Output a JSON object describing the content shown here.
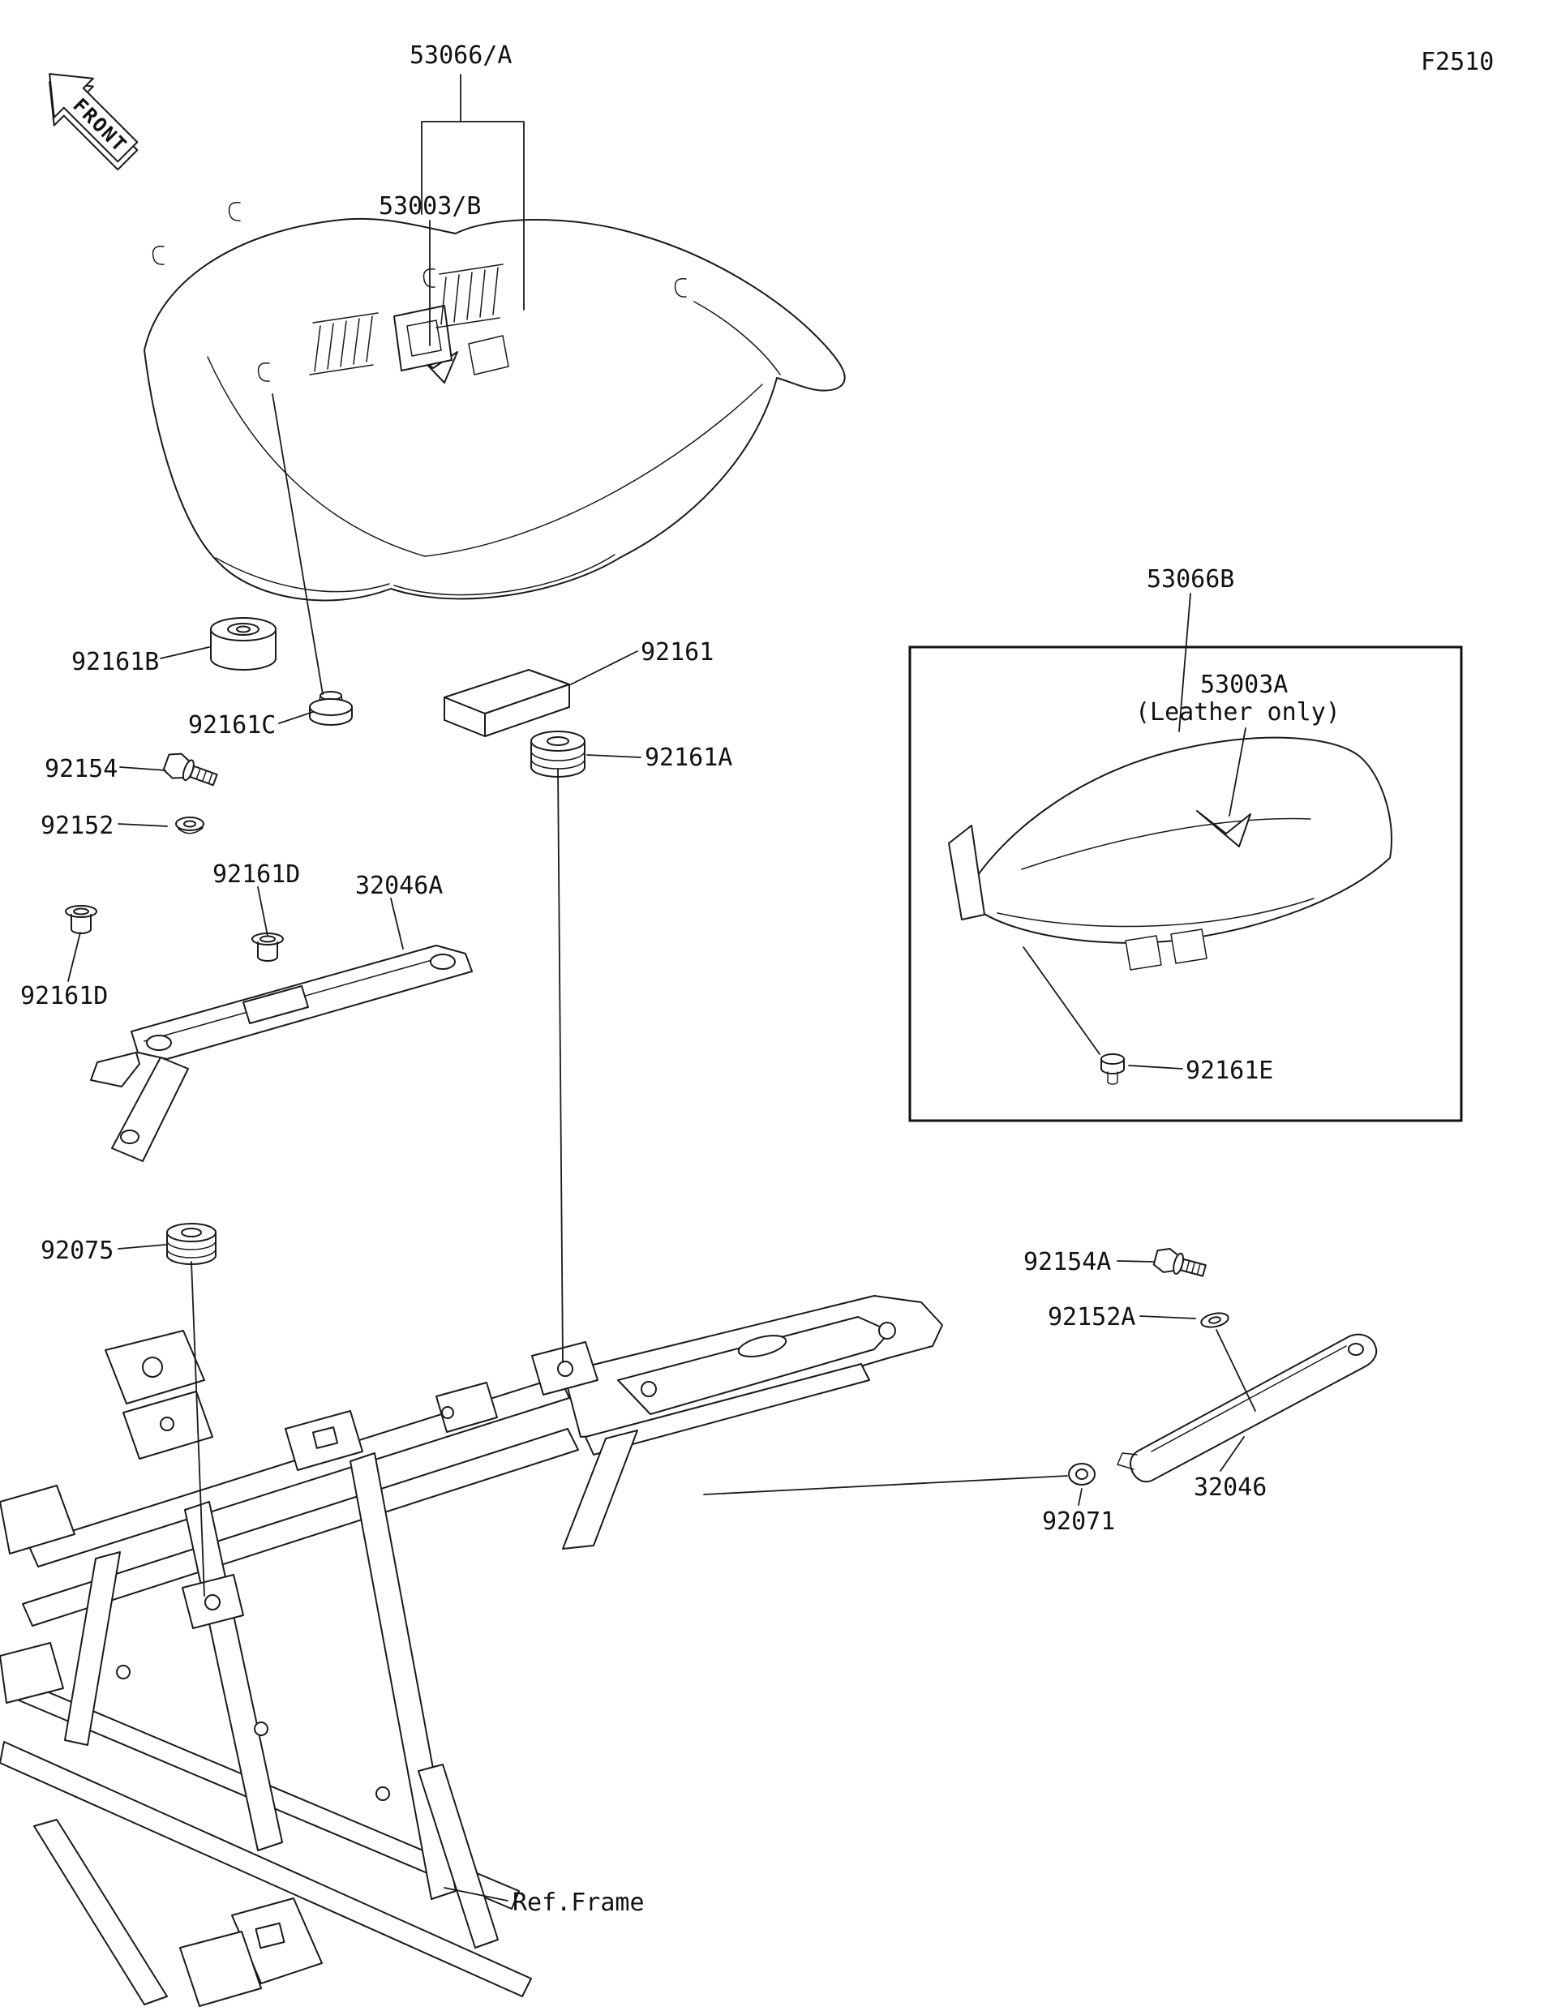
{
  "figure": {
    "code": "F2510",
    "front_label": "FRONT",
    "ref_frame_label": "Ref.Frame"
  },
  "callouts": {
    "seat_assy": "53066/A",
    "seat_cover": "53003/B",
    "damper_b": "92161B",
    "damper_c": "92161C",
    "damper_plain": "92161",
    "damper_a": "92161A",
    "bolt": "92154",
    "washer_claw": "92152",
    "damper_d_upper": "92161D",
    "damper_d_lower": "92161D",
    "bracket_comp": "32046A",
    "grommet": "92075",
    "inset_seat_assy": "53066B",
    "inset_cover": "53003A",
    "inset_cover_note": "(Leather only)",
    "inset_damper_e": "92161E",
    "bolt_a": "92154A",
    "washer_claw_a": "92152A",
    "band": "32046",
    "grommet_a": "92071"
  }
}
